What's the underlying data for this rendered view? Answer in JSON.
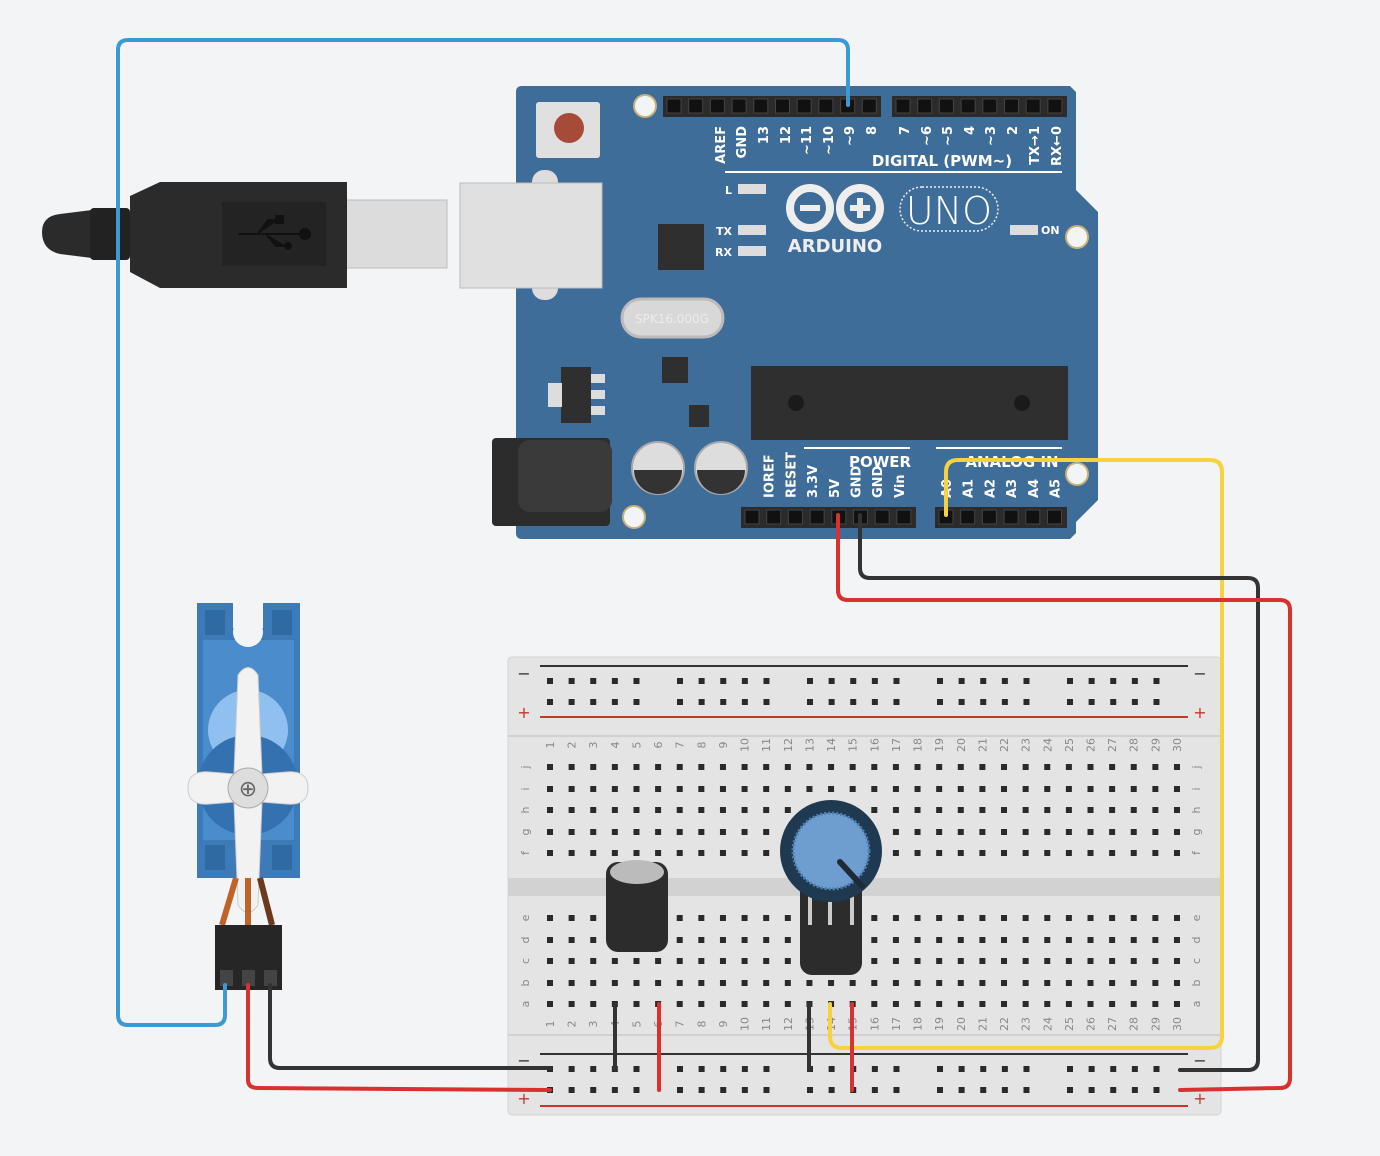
{
  "arduino": {
    "logo_text": "ARDUINO",
    "model": "UNO",
    "crystal_label": "SPK16.000G",
    "digital_header_label": "DIGITAL (PWM~)",
    "power_header_label": "POWER",
    "analog_header_label": "ANALOG IN",
    "led_labels": [
      "L",
      "TX",
      "RX",
      "ON"
    ],
    "digital_pins": [
      "AREF",
      "GND",
      "13",
      "12",
      "~11",
      "~10",
      "~9",
      "8",
      "7",
      "~6",
      "~5",
      "4",
      "~3",
      "2",
      "TX→1",
      "RX←0"
    ],
    "power_pins": [
      "IOREF",
      "RESET",
      "3.3V",
      "5V",
      "GND",
      "GND",
      "Vin"
    ],
    "analog_pins": [
      "A0",
      "A1",
      "A2",
      "A3",
      "A4",
      "A5"
    ],
    "board_color": "#3f6d99"
  },
  "breadboard": {
    "columns": [
      "1",
      "2",
      "3",
      "4",
      "5",
      "6",
      "7",
      "8",
      "9",
      "10",
      "11",
      "12",
      "13",
      "14",
      "15",
      "16",
      "17",
      "18",
      "19",
      "20",
      "21",
      "22",
      "23",
      "24",
      "25",
      "26",
      "27",
      "28",
      "29",
      "30"
    ],
    "top_rows": [
      "j",
      "i",
      "h",
      "g",
      "f"
    ],
    "bottom_rows": [
      "e",
      "d",
      "c",
      "b",
      "a"
    ],
    "rail_minus": "−",
    "rail_plus": "+"
  },
  "wires": {
    "signal_color": "#3b9ad6",
    "analog_color": "#f7d23e",
    "ground_color": "#333333",
    "power_color": "#d93030"
  }
}
